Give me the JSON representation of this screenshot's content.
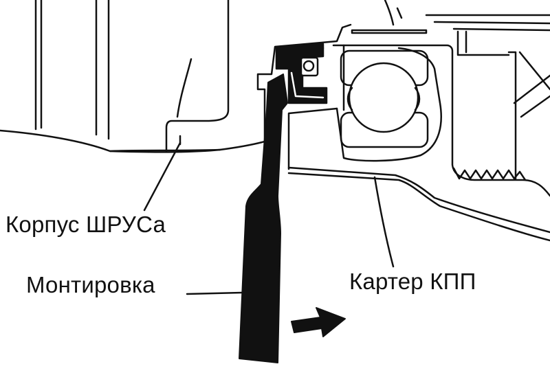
{
  "labels": {
    "cv_joint_housing": "Корпус ШРУСа",
    "pry_bar": "Монтировка",
    "gearbox_case": "Картер КПП"
  },
  "colors": {
    "ink": "#111111",
    "paper": "#ffffff"
  }
}
